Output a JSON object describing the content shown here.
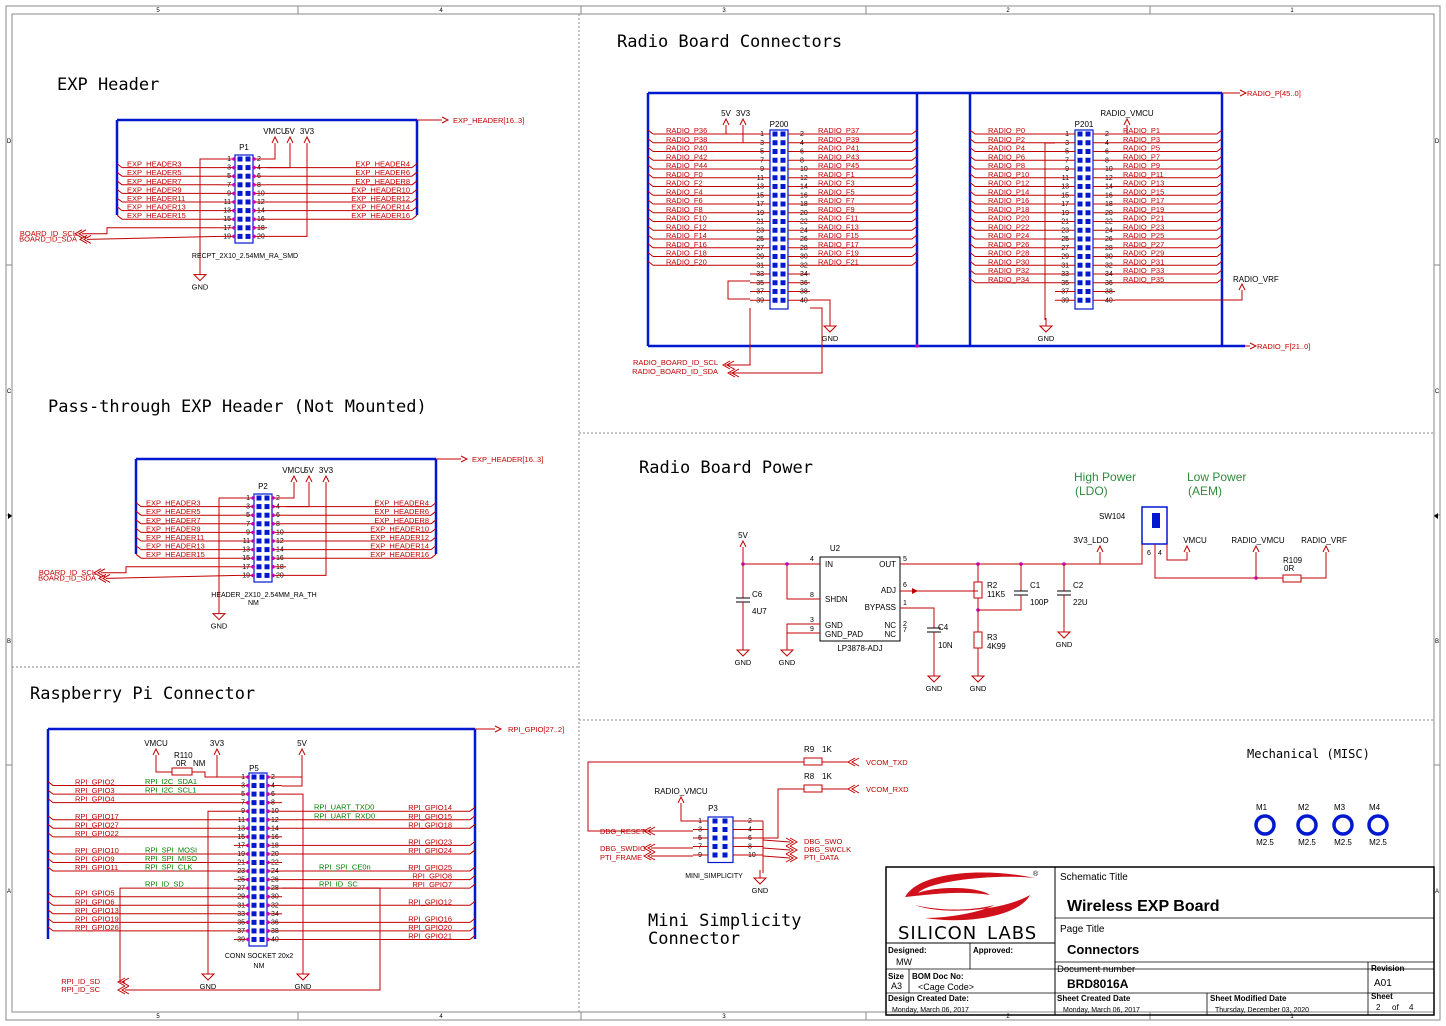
{
  "border": {
    "cols": [
      "5",
      "4",
      "3",
      "2",
      "1"
    ],
    "rows": [
      "D",
      "C",
      "B",
      "A"
    ]
  },
  "sections": {
    "exp_header": "EXP Header",
    "pass_through": "Pass-through EXP Header (Not Mounted)",
    "rpi": "Raspberry Pi Connector",
    "radio_conn": "Radio Board Connectors",
    "radio_power": "Radio Board Power",
    "mini_simplicity_1": "Mini Simplicity",
    "mini_simplicity_2": "Connector",
    "mechanical": "Mechanical (MISC)"
  },
  "exp": {
    "bus": "EXP_HEADER[16..3]",
    "left": [
      "EXP_HEADER3",
      "EXP_HEADER5",
      "EXP_HEADER7",
      "EXP_HEADER9",
      "EXP_HEADER11",
      "EXP_HEADER13",
      "EXP_HEADER15"
    ],
    "right": [
      "EXP_HEADER4",
      "EXP_HEADER6",
      "EXP_HEADER8",
      "EXP_HEADER10",
      "EXP_HEADER12",
      "EXP_HEADER14",
      "EXP_HEADER16"
    ],
    "scl": "BOARD_ID_SCL",
    "sda": "BOARD_ID_SDA",
    "p1": "P1",
    "p1_part": "RECPT_2X10_2.54MM_RA_SMD",
    "p2": "P2",
    "p2_part": "HEADER_2X10_2.54MM_RA_TH",
    "nm": "NM",
    "vmcu": "VMCU",
    "v5": "5V",
    "v33": "3V3",
    "gnd": "GND"
  },
  "rpi": {
    "bus": "RPI_GPIO[27..2]",
    "left": [
      "RPI_GPIO2",
      "RPI_GPIO3",
      "RPI_GPIO4",
      "",
      "RPI_GPIO17",
      "RPI_GPIO27",
      "RPI_GPIO22",
      "",
      "RPI_GPIO10",
      "RPI_GPIO9",
      "RPI_GPIO11",
      "",
      "",
      "RPI_GPIO5",
      "RPI_GPIO6",
      "RPI_GPIO13",
      "RPI_GPIO19",
      "RPI_GPIO26"
    ],
    "right": [
      "RPI_GPIO14",
      "RPI_GPIO15",
      "RPI_GPIO18",
      "RPI_GPIO23",
      "RPI_GPIO24",
      "RPI_GPIO25",
      "RPI_GPIO8",
      "RPI_GPIO7",
      "RPI_GPIO12",
      "RPI_GPIO16",
      "RPI_GPIO20",
      "RPI_GPIO21"
    ],
    "green_left": [
      "RPI_I2C_SDA1",
      "RPI_I2C_SCL1",
      "RPI_SPI_MOSI",
      "RPI_SPI_MISO",
      "RPI_SPI_CLK",
      "RPI_ID_SD"
    ],
    "green_right": [
      "RPI_UART_TXD0",
      "RPI_UART_RXD0",
      "RPI_SPI_CE0n",
      "RPI_ID_SC"
    ],
    "id_sd": "RPI_ID_SD",
    "id_sc": "RPI_ID_SC",
    "p5": "P5",
    "part": "CONN SOCKET 20x2",
    "nm": "NM",
    "r110": "R110",
    "r110_val": "0R",
    "r110_nm": "NM"
  },
  "radio": {
    "bus_p": "RADIO_P[45..0]",
    "bus_f": "RADIO_F[21..0]",
    "p200": "P200",
    "p201": "P201",
    "p200_left": [
      "RADIO_P36",
      "RADIO_P38",
      "RADIO_P40",
      "RADIO_P42",
      "RADIO_P44",
      "RADIO_F0",
      "RADIO_F2",
      "RADIO_F4",
      "RADIO_F6",
      "RADIO_F8",
      "RADIO_F10",
      "RADIO_F12",
      "RADIO_F14",
      "RADIO_F16",
      "RADIO_F18",
      "RADIO_F20"
    ],
    "p200_right": [
      "RADIO_P37",
      "RADIO_P39",
      "RADIO_P41",
      "RADIO_P43",
      "RADIO_P45",
      "RADIO_F1",
      "RADIO_F3",
      "RADIO_F5",
      "RADIO_F7",
      "RADIO_F9",
      "RADIO_F11",
      "RADIO_F13",
      "RADIO_F15",
      "RADIO_F17",
      "RADIO_F19",
      "RADIO_F21"
    ],
    "p201_left": [
      "RADIO_P0",
      "RADIO_P2",
      "RADIO_P4",
      "RADIO_P6",
      "RADIO_P8",
      "RADIO_P10",
      "RADIO_P12",
      "RADIO_P14",
      "RADIO_P16",
      "RADIO_P18",
      "RADIO_P20",
      "RADIO_P22",
      "RADIO_P24",
      "RADIO_P26",
      "RADIO_P28",
      "RADIO_P30",
      "RADIO_P32",
      "RADIO_P34"
    ],
    "p201_right": [
      "RADIO_P1",
      "RADIO_P3",
      "RADIO_P5",
      "RADIO_P7",
      "RADIO_P9",
      "RADIO_P11",
      "RADIO_P13",
      "RADIO_P15",
      "RADIO_P17",
      "RADIO_P19",
      "RADIO_P21",
      "RADIO_P23",
      "RADIO_P25",
      "RADIO_P27",
      "RADIO_P29",
      "RADIO_P31",
      "RADIO_P33",
      "RADIO_P35"
    ],
    "scl": "RADIO_BOARD_ID_SCL",
    "sda": "RADIO_BOARD_ID_SDA",
    "vmcu": "RADIO_VMCU",
    "vrf": "RADIO_VRF",
    "v5": "5V",
    "v33": "3V3"
  },
  "power": {
    "high": "High Power",
    "ldo": "(LDO)",
    "low": "Low Power",
    "aem": "(AEM)",
    "sw": "SW104",
    "u2": "U2",
    "u2_part": "LP3878-ADJ",
    "pins": {
      "in": "IN",
      "out": "OUT",
      "adj": "ADJ",
      "shdn": "SHDN",
      "bypass": "BYPASS",
      "gnd": "GND",
      "gndpad": "GND_PAD",
      "nc": "NC"
    },
    "c6": "C6",
    "c6v": "4U7",
    "c4": "C4",
    "c4v": "10N",
    "r2": "R2",
    "r2v": "11K5",
    "r3": "R3",
    "r3v": "4K99",
    "c1": "C1",
    "c1v": "100P",
    "c2": "C2",
    "c2v": "22U",
    "r109": "R109",
    "r109v": "0R",
    "v5": "5V",
    "ldo3v3": "3V3_LDO",
    "vmcu": "VMCU",
    "rvmcu": "RADIO_VMCU",
    "rvrf": "RADIO_VRF"
  },
  "mini": {
    "p3": "P3",
    "part": "MINI_SIMPLICITY",
    "rvmcu": "RADIO_VMCU",
    "r9": "R9",
    "r9v": "1K",
    "r8": "R8",
    "r8v": "1K",
    "txd": "VCOM_TXD",
    "rxd": "VCOM_RXD",
    "reset": "DBG_RESET",
    "swdio": "DBG_SWDIO",
    "frame": "PTI_FRAME",
    "swo": "DBG_SWO",
    "swclk": "DBG_SWCLK",
    "data": "PTI_DATA"
  },
  "mech": [
    {
      "ref": "M1",
      "val": "M2.5"
    },
    {
      "ref": "M2",
      "val": "M2.5"
    },
    {
      "ref": "M3",
      "val": "M2.5"
    },
    {
      "ref": "M4",
      "val": "M2.5"
    }
  ],
  "titleblock": {
    "logo1": "SILICON",
    "logo2": "LABS",
    "schematic_title_label": "Schematic Title",
    "schematic_title": "Wireless EXP Board",
    "page_title_label": "Page Title",
    "page_title": "Connectors",
    "designed_label": "Designed:",
    "designed": "MW",
    "approved_label": "Approved:",
    "size_label": "Size",
    "size": "A3",
    "bom_label": "BOM Doc No:",
    "bom": "<Cage Code>",
    "doc_label": "Document number",
    "doc": "BRD8016A",
    "rev_label": "Revision",
    "rev": "A01",
    "created_label": "Design Created Date:",
    "created": "Monday, March 06, 2017",
    "sheet_created_label": "Sheet Created Date",
    "sheet_created": "Monday, March 06, 2017",
    "modified_label": "Sheet Modified Date",
    "modified": "Thursday, December 03, 2020",
    "sheet_label": "Sheet",
    "sheet": "2",
    "of": "of",
    "total": "4"
  },
  "colors": {
    "wire": "#c00000",
    "bus": "#0018d0",
    "pin": "#c000c0",
    "text": "#000000",
    "green": "#008000",
    "logo": "#d0101a"
  }
}
